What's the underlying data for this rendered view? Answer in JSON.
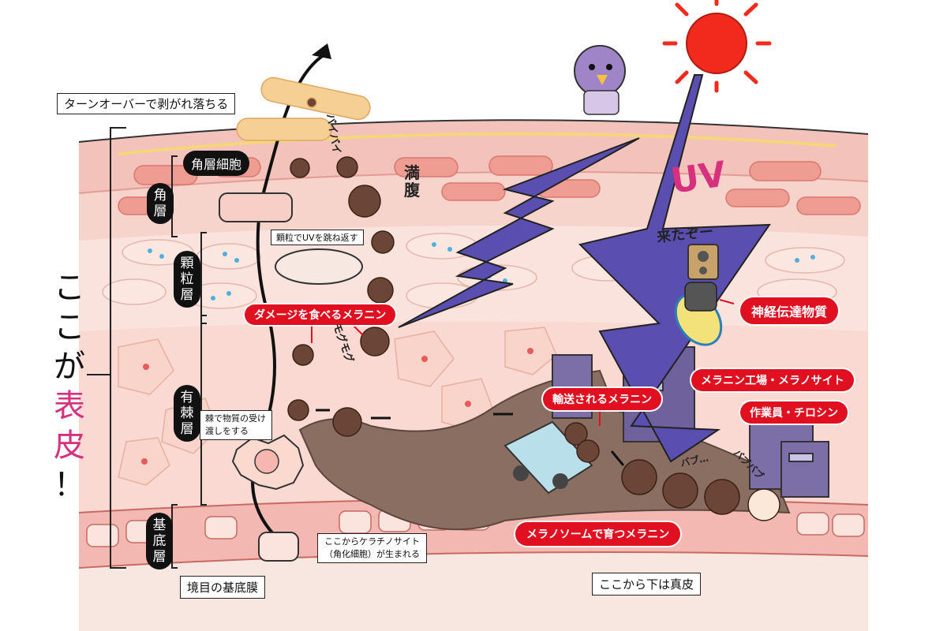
{
  "layers": {
    "stratum_corneum": "角層",
    "stratum_granulosum": "顆粒層",
    "stratum_spinosum": "有棘層",
    "stratum_basale": "基底層"
  },
  "title_vertical": {
    "line1": "ここが",
    "accent": "表皮",
    "tail": "！"
  },
  "labels": {
    "turnover": "ターンオーバーで剥がれ落ちる",
    "corneocyte": "角層細胞",
    "granule_uv": "顆粒でUVを跳ね返す",
    "spines": "棘で物質の受け渡しをする",
    "keratinocyte_origin_1": "ここからケラチノサイト",
    "keratinocyte_origin_2": "（角化細胞）が生まれる",
    "basement_membrane": "境目の基底膜",
    "dermis_below": "ここから下は真皮"
  },
  "red_labels": {
    "melanin_eating_damage": "ダメージを食べるメラニン",
    "neurotransmitter": "神経伝達物質",
    "melanin_factory": "メラニン工場・メラノサイト",
    "transported_melanin": "輸送されるメラニン",
    "worker_tyrosine": "作業員・チロシン",
    "melanin_grown_melanosome": "メラノソームで育つメラニン"
  },
  "sfx": {
    "bye": "バイバイ",
    "full": "満腹",
    "munch": "モグモグ",
    "coming": "来たぞー",
    "uv": "UV",
    "bubu1": "バブ…",
    "bubu2": "バブバブ"
  },
  "colors": {
    "accent_pink": "#d6307e",
    "label_red": "#e01020",
    "uv_purple": "#5a4fb0",
    "melanocyte_brown": "#8a6e62",
    "sun_red": "#f22a1e",
    "skin_pink": "#f7cfc8",
    "basal_red": "#eb8f8a"
  },
  "icons": [
    "sun-icon",
    "lightning-uv-icon",
    "speaker-icon",
    "truck-icon",
    "arrow-icon"
  ]
}
